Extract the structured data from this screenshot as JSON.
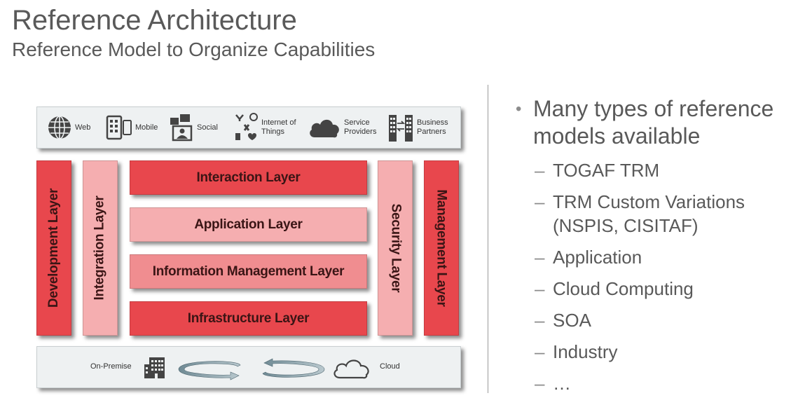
{
  "header": {
    "title": "Reference Architecture",
    "subtitle": "Reference Model to Organize Capabilities"
  },
  "diagram": {
    "channels": [
      {
        "label": "Web",
        "icon": "globe-icon"
      },
      {
        "label": "Mobile",
        "icon": "mobile-icon"
      },
      {
        "label": "Social",
        "icon": "social-icon"
      },
      {
        "label": "Internet of Things",
        "icon": "iot-icon"
      },
      {
        "label": "Service Providers",
        "icon": "cloud-icon"
      },
      {
        "label": "Business Partners",
        "icon": "buildings-icon"
      }
    ],
    "vertical_layers": [
      {
        "label": "Development Layer"
      },
      {
        "label": "Integration Layer"
      },
      {
        "label": "Security Layer"
      },
      {
        "label": "Management Layer"
      }
    ],
    "center_layers": [
      {
        "label": "Interaction Layer"
      },
      {
        "label": "Application Layer"
      },
      {
        "label": "Information Management Layer"
      },
      {
        "label": "Infrastructure Layer"
      }
    ],
    "deployment": {
      "left_label": "On-Premise",
      "right_label": "Cloud"
    },
    "colors": {
      "dark": "#e8474d",
      "mid": "#f08d90",
      "light": "#f5aeb0",
      "band": "#eef1f2"
    }
  },
  "bullets": {
    "main": "Many types of reference models available",
    "items": [
      "TOGAF TRM",
      "TRM Custom Variations (NSPIS, CISITAF)",
      "Application",
      "Cloud Computing",
      "SOA",
      "Industry",
      "…"
    ]
  }
}
